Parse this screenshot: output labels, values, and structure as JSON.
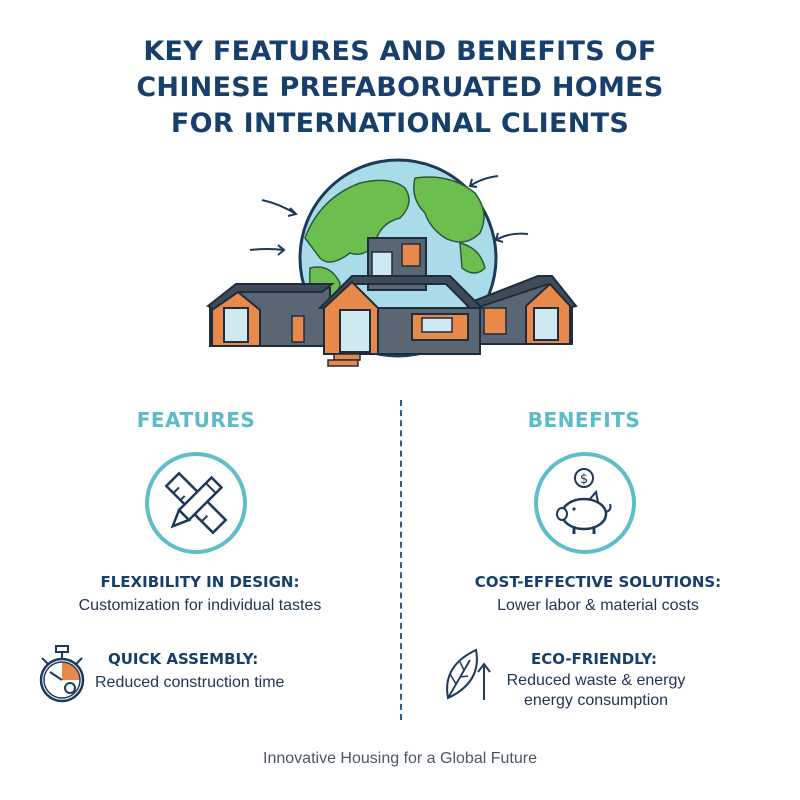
{
  "title": {
    "line1": "KEY FEATURES AND BENEFITS OF",
    "line2": "CHINESE PREFABORUATED HOMES",
    "line3": "FOR INTERNATIONAL CLIENTS"
  },
  "hero": {
    "icon": "globe-with-prefab-homes"
  },
  "features": {
    "heading": "FEATURES",
    "items": [
      {
        "icon": "ruler-pencil-icon",
        "title": "FLEXIBILITY IN DESIGN:",
        "desc": "Customization for individual tastes"
      },
      {
        "icon": "stopwatch-icon",
        "title": "QUICK ASSEMBLY:",
        "desc": "Reduced construction time"
      }
    ]
  },
  "benefits": {
    "heading": "BENEFITS",
    "items": [
      {
        "icon": "piggy-bank-icon",
        "title": "COST-EFFECTIVE SOLUTIONS:",
        "desc": "Lower labor & material costs"
      },
      {
        "icon": "leaf-arrow-icon",
        "title": "ECO-FRIENDLY:",
        "desc_line1": "Reduced waste & energy",
        "desc_line2": "energy consumption"
      }
    ]
  },
  "footer": "Innovative Housing for a Global Future",
  "colors": {
    "navy": "#163f6b",
    "teal": "#5ebfc8",
    "orange": "#e8894a",
    "ocean": "#a9dbe8",
    "land": "#6cbf4e"
  }
}
